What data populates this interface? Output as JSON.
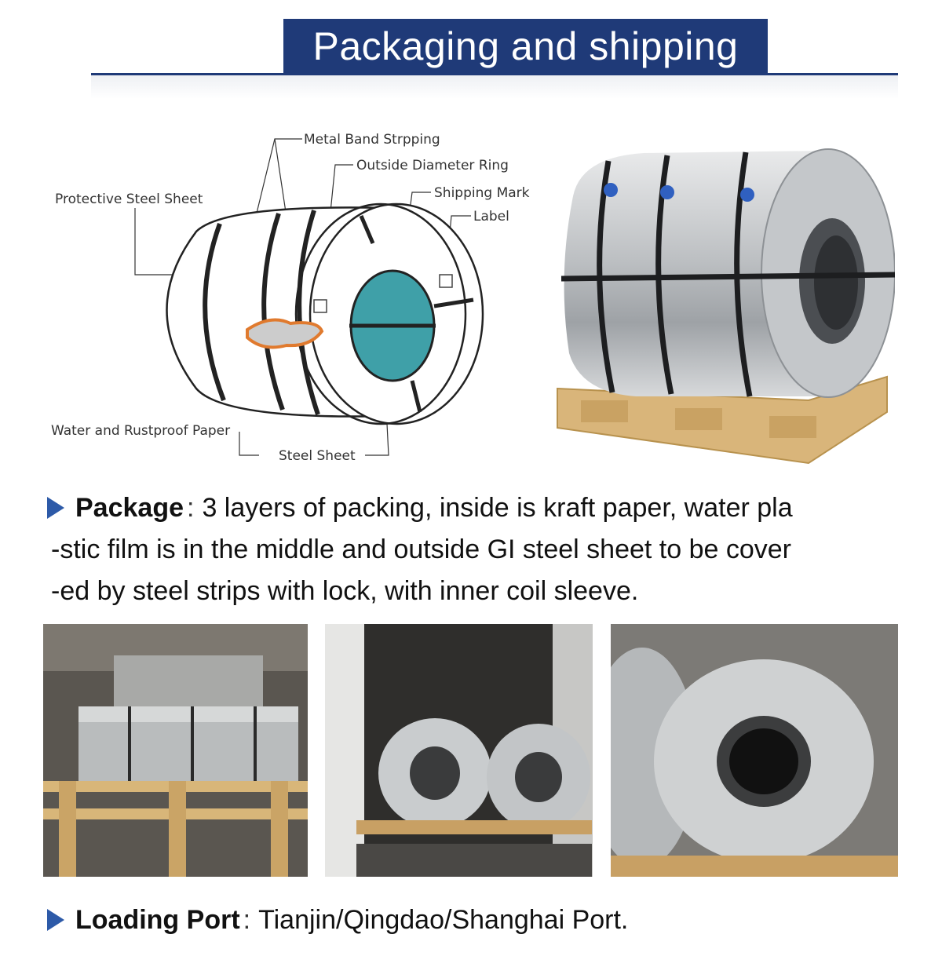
{
  "header": {
    "title": "Packaging and  shipping"
  },
  "diagram": {
    "labels": {
      "metal_band": "Metal Band Strpping",
      "outside_ring": "Outside Diameter Ring",
      "shipping_mark": "Shipping Mark",
      "label": "Label",
      "protective_sheet": "Protective Steel Sheet",
      "rustproof_paper": "Water and Rustproof Paper",
      "steel_sheet": "Steel Sheet"
    }
  },
  "package": {
    "heading": "Package",
    "separator": ":",
    "line1": "3 layers of packing, inside is kraft paper, water pla",
    "line2": "-stic film is in the middle and outside GI steel sheet to be cover",
    "line3": "-ed by steel strips with lock, with inner coil sleeve."
  },
  "loading": {
    "heading": "Loading Port",
    "separator": ":",
    "value": "Tianjin/Qingdao/Shanghai Port."
  },
  "colors": {
    "banner": "#1f3a78",
    "bullet": "#2d5aa8",
    "teal": "#3fa0a8",
    "wood": "#d9b57a"
  }
}
